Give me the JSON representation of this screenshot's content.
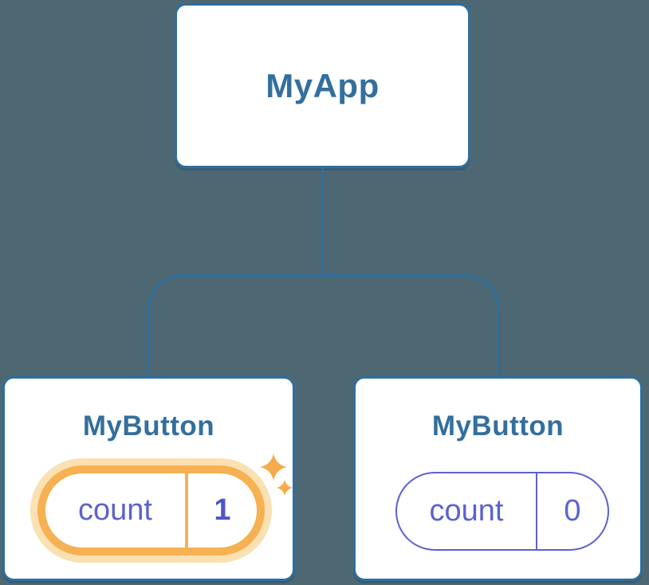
{
  "diagram": {
    "description": "React component tree with isolated state",
    "background_color": "#4d6873",
    "root": {
      "label": "MyApp"
    },
    "children": {
      "left": {
        "title": "MyButton",
        "state": {
          "label": "count",
          "value": "1"
        },
        "highlighted": true,
        "sparkles_icon": "sparkles-icon"
      },
      "right": {
        "title": "MyButton",
        "state": {
          "label": "count",
          "value": "0"
        },
        "highlighted": false
      }
    },
    "colors": {
      "card_border_blue": "#2e6e9e",
      "title_text_blue": "#336f9e",
      "state_indigo": "#5b62cd",
      "state_value_indigo_bold": "#4f55c6",
      "highlight_orange": "#f6b152",
      "highlight_glow": "#fbe0b2",
      "sparkle_orange": "#f6ab4c"
    }
  }
}
